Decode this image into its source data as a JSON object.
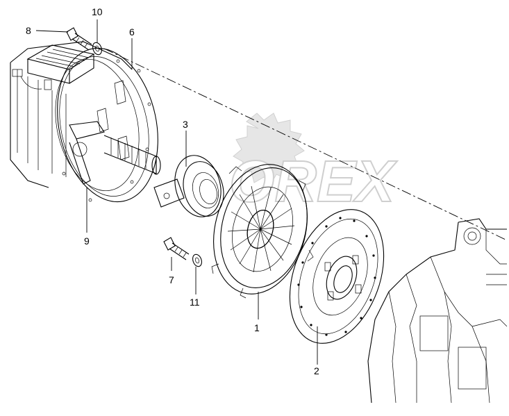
{
  "diagram": {
    "callouts": [
      {
        "id": "c1",
        "label": "1"
      },
      {
        "id": "c2",
        "label": "2"
      },
      {
        "id": "c3",
        "label": "3"
      },
      {
        "id": "c6",
        "label": "6"
      },
      {
        "id": "c7",
        "label": "7"
      },
      {
        "id": "c8",
        "label": "8"
      },
      {
        "id": "c9",
        "label": "9"
      },
      {
        "id": "c10",
        "label": "10"
      },
      {
        "id": "c11",
        "label": "11"
      }
    ],
    "watermark": {
      "text": "OREX"
    }
  }
}
